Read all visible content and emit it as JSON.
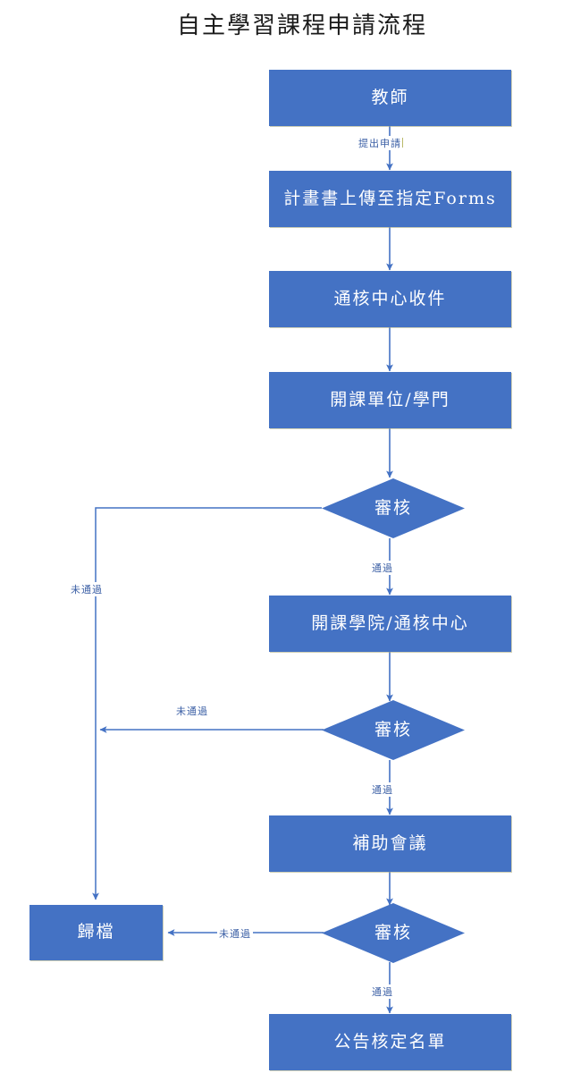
{
  "document": {
    "title": "自主學習課程申請流程",
    "colors": {
      "node_fill": "#4472C4",
      "node_text": "#FFFFFF",
      "connector": "#4472C4",
      "edge_label_text": "#3B5FA5",
      "background": "#FFFFFF",
      "title_text": "#1A1A1A"
    }
  },
  "flow": {
    "nodes": [
      {
        "id": "teacher",
        "type": "process",
        "label": "教師"
      },
      {
        "id": "upload",
        "type": "process",
        "label": "計畫書上傳至指定Forms"
      },
      {
        "id": "center",
        "type": "process",
        "label": "通核中心收件"
      },
      {
        "id": "unit",
        "type": "process",
        "label": "開課單位/學門"
      },
      {
        "id": "review1",
        "type": "decision",
        "label": "審核"
      },
      {
        "id": "college",
        "type": "process",
        "label": "開課學院/通核中心"
      },
      {
        "id": "review2",
        "type": "decision",
        "label": "審核"
      },
      {
        "id": "meeting",
        "type": "process",
        "label": "補助會議"
      },
      {
        "id": "review3",
        "type": "decision",
        "label": "審核"
      },
      {
        "id": "archive",
        "type": "process",
        "label": "歸檔"
      },
      {
        "id": "announce",
        "type": "process",
        "label": "公告核定名單"
      }
    ],
    "edges": [
      {
        "from": "teacher",
        "to": "upload",
        "label": "提出申請"
      },
      {
        "from": "upload",
        "to": "center",
        "label": ""
      },
      {
        "from": "center",
        "to": "unit",
        "label": ""
      },
      {
        "from": "unit",
        "to": "review1",
        "label": ""
      },
      {
        "from": "review1",
        "to": "college",
        "label": "通過"
      },
      {
        "from": "review1",
        "to": "archive",
        "label": "未通過"
      },
      {
        "from": "college",
        "to": "review2",
        "label": ""
      },
      {
        "from": "review2",
        "to": "meeting",
        "label": "通過"
      },
      {
        "from": "review2",
        "to": "archive",
        "label": "未通過"
      },
      {
        "from": "meeting",
        "to": "review3",
        "label": ""
      },
      {
        "from": "review3",
        "to": "announce",
        "label": "通過"
      },
      {
        "from": "review3",
        "to": "archive",
        "label": "未通過"
      }
    ],
    "edge_labels": {
      "submit_application": "提出申請",
      "pass_1": "通過",
      "fail_1": "未通過",
      "pass_2": "通過",
      "fail_2": "未通過",
      "pass_3": "通過",
      "fail_3": "未通過"
    }
  }
}
